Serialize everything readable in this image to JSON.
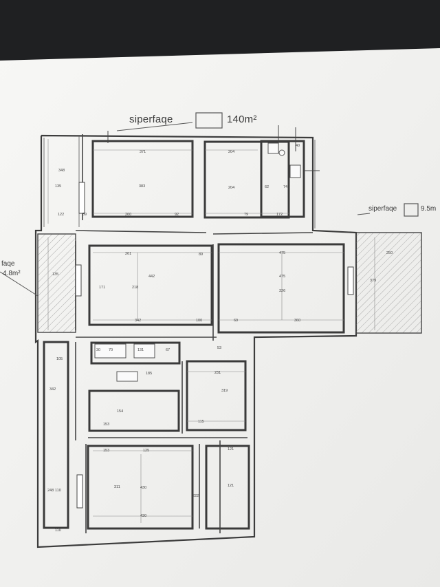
{
  "annotations": {
    "main_area_label": "siperfaqe",
    "main_area_value": "140m²",
    "right_area_label": "siperfaqe",
    "right_area_value": "9.5m",
    "left_area_label": "faqe",
    "left_area_value": "4.8m²"
  },
  "dimensions": {
    "d371": "371",
    "d383": "383",
    "d260": "260",
    "d122": "122",
    "d59": "59",
    "d204a": "204",
    "d204b": "204",
    "d172": "172",
    "d79": "79",
    "d92": "92",
    "d261": "261",
    "d442": "442",
    "d342": "342",
    "d218": "218",
    "d171": "171",
    "d475a": "475",
    "d475b": "475",
    "d360": "360",
    "d326": "326",
    "d250": "250",
    "d379": "379",
    "d135a": "135",
    "d135b": "135",
    "d348": "348",
    "d231": "231",
    "d319": "319",
    "d185": "185",
    "d153a": "153",
    "d154": "154",
    "d153b": "153",
    "d125": "125",
    "d430a": "430",
    "d430b": "430",
    "d311": "311",
    "d110a": "110",
    "d110b": "110",
    "d248": "248",
    "d121a": "121",
    "d121b": "121",
    "d222": "222",
    "d105": "105",
    "d342b": "342",
    "d100": "100",
    "d115": "115",
    "d131": "131",
    "d70": "70",
    "d67": "67",
    "d30": "30",
    "d40": "40",
    "d62": "62",
    "d74": "74",
    "d53": "53",
    "d69": "69",
    "d89": "89"
  },
  "colors": {
    "paper": "#f3f3f1",
    "background": "#1c1d1f",
    "wall": "#3c3c3c",
    "hatch": "#8a8a8a"
  }
}
